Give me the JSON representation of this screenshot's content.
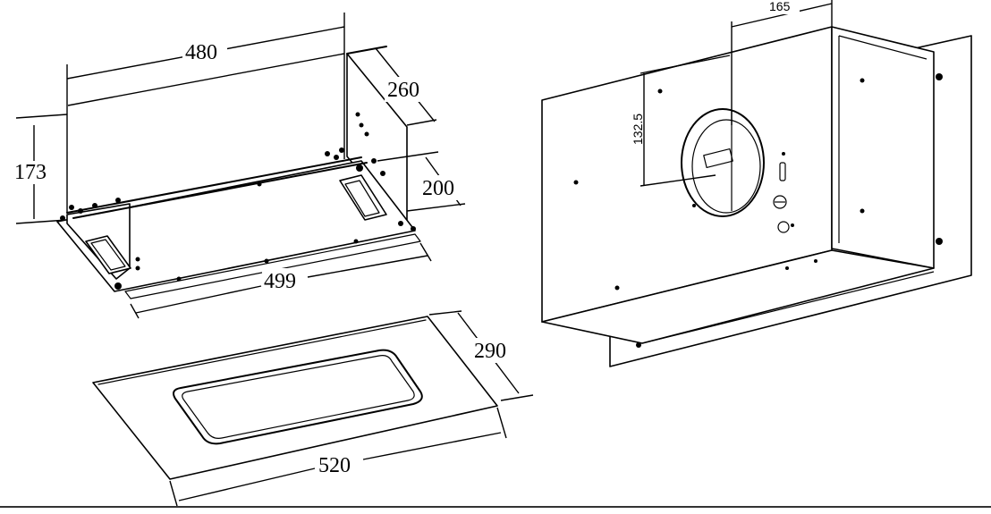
{
  "drawing": {
    "top_view": {
      "width": "480",
      "depth": "260",
      "height": "173",
      "inner_depth": "200",
      "flange_width": "499"
    },
    "panel_view": {
      "depth": "290",
      "width": "520"
    },
    "box_view": {
      "outlet_offset": "165",
      "outlet_height": "132.5"
    }
  }
}
